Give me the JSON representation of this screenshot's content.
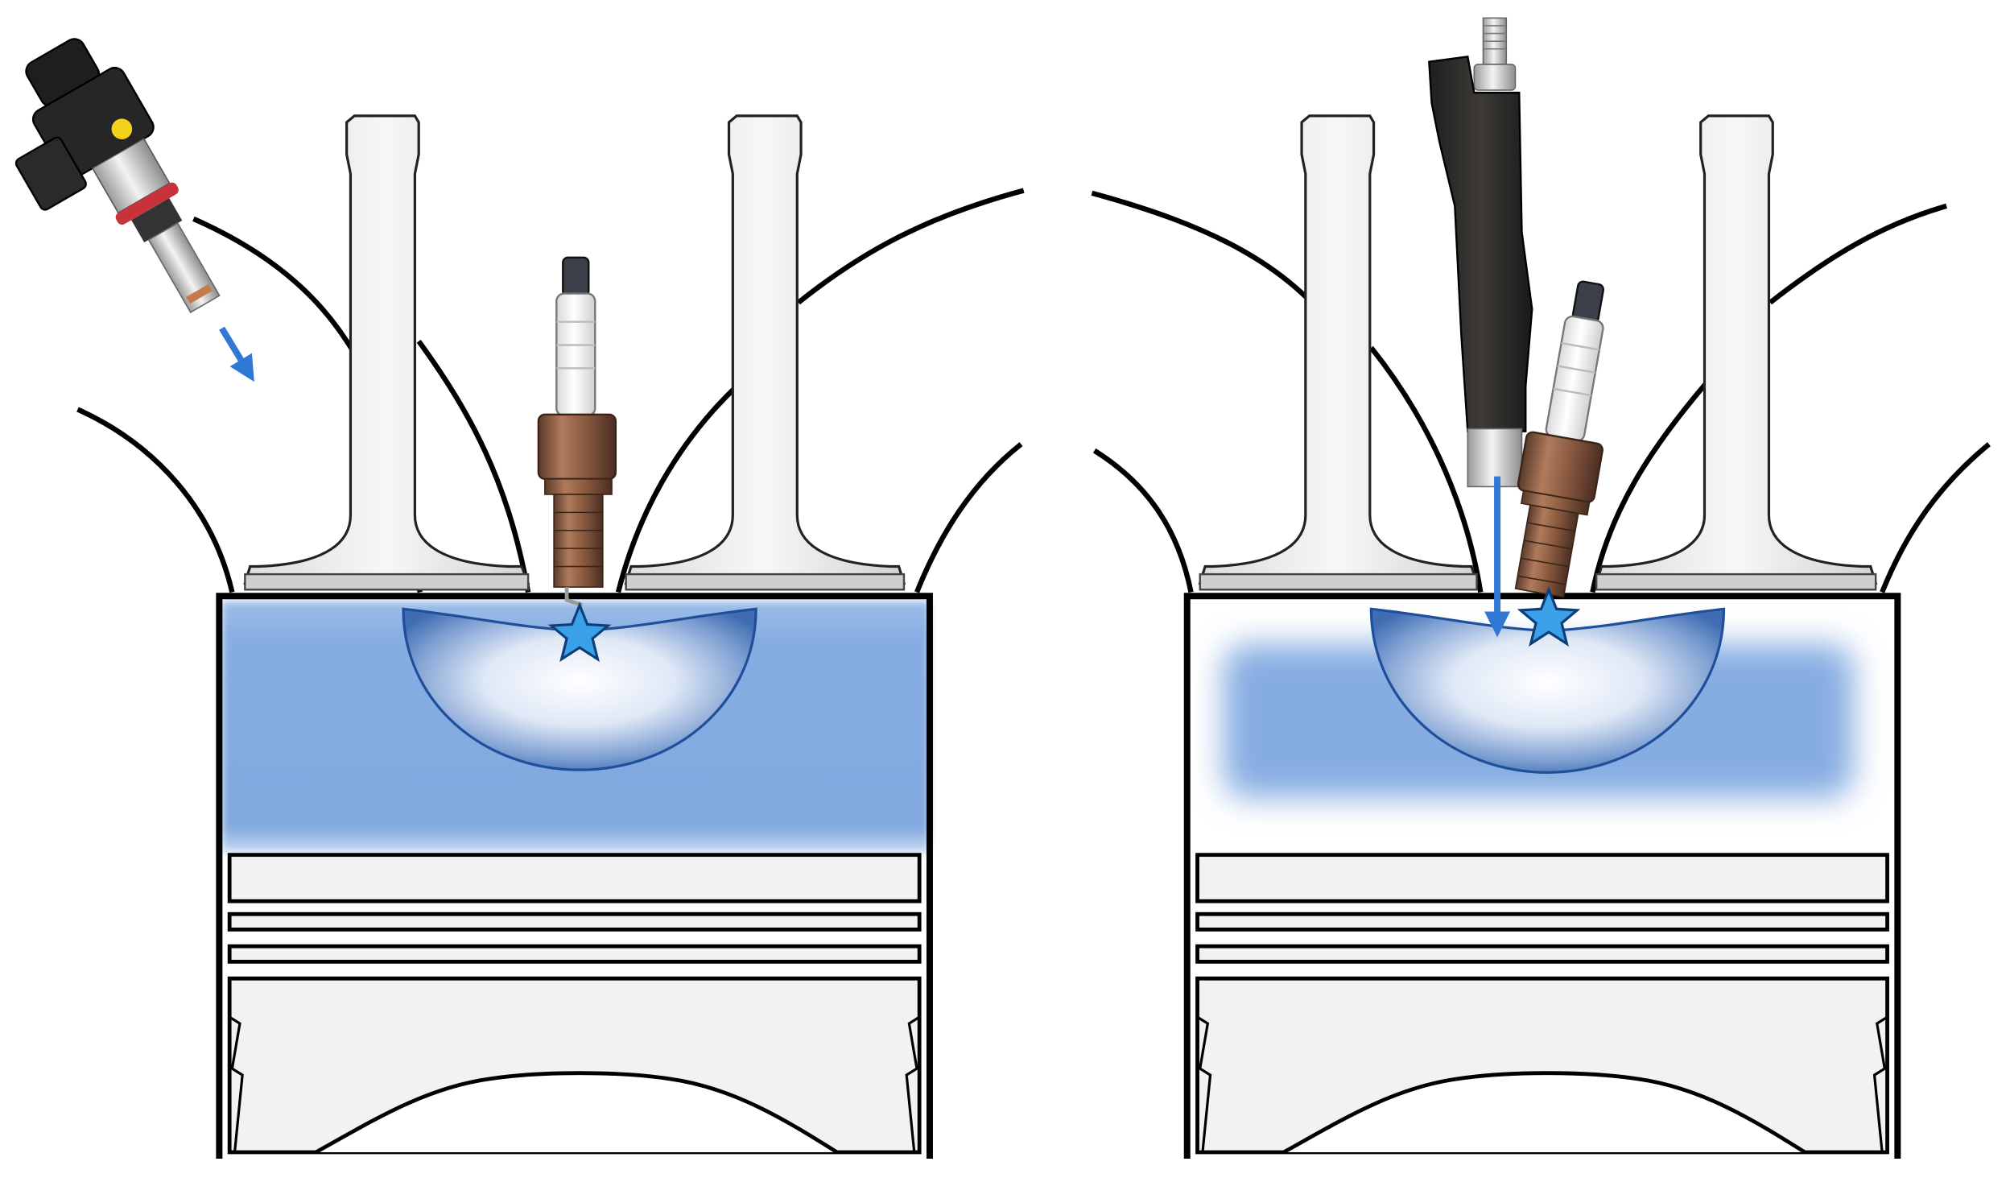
{
  "diagram": {
    "panels": [
      {
        "id": "port-fuel-injection",
        "injector": {
          "type": "port",
          "icon": "port-fuel-injector-icon"
        },
        "charge": "homogeneous",
        "fuel_spray_color": "#2f79d4"
      },
      {
        "id": "direct-injection",
        "injector": {
          "type": "direct",
          "icon": "direct-fuel-injector-icon"
        },
        "charge": "stratified",
        "fuel_spray_color": "#2f79d4"
      }
    ],
    "colors": {
      "outline": "#000000",
      "metal": "#f0f0f0",
      "metal_shade": "#d6d6d6",
      "charge_blue": "#86ade2",
      "bowl_core": "#ffffff",
      "bowl_edge": "#1f4e9a",
      "spark_star": "#3aa0e8",
      "arrow": "#2f79d4",
      "plug_ceramic": "#f2f2f2",
      "plug_copper": "#8a5a40",
      "injector_black": "#2b2b2b",
      "injector_metal": "#c9c9c9",
      "oring": "#c8323a"
    }
  }
}
